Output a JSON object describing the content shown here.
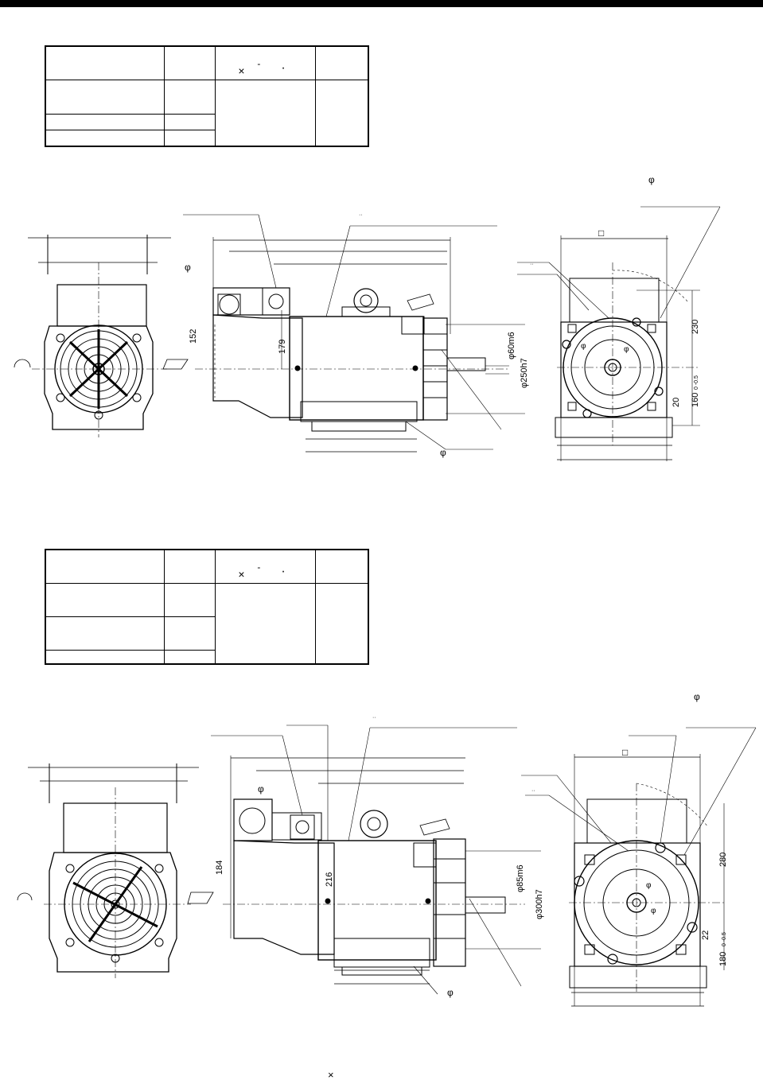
{
  "header": {
    "rule_color": "#000000"
  },
  "drawing1": {
    "left_symbols": {
      "phi": "φ"
    },
    "marks": {
      "phi_top_right": "φ",
      "square": "□",
      "times_below": "×",
      "tick_a": "··",
      "tick_b": "··"
    },
    "dims": {
      "d152": "152",
      "d179": "179",
      "shaft": "φ60m6",
      "spigot": "φ250h7",
      "d230": "230",
      "d20": "20",
      "d160": "160",
      "d160_tol": "0 -0.5",
      "phi_bottom": "φ",
      "phi_face_a": "φ",
      "phi_face_b": "φ"
    }
  },
  "drawing2": {
    "marks": {
      "phi_top_right": "φ",
      "square": "□",
      "times_below": "×",
      "tick_a": "··",
      "tick_b": "··"
    },
    "dims": {
      "d184": "184",
      "d216": "216",
      "shaft": "φ85m6",
      "spigot": "φ300h7",
      "d280": "280",
      "d22": "22",
      "d180": "180",
      "d180_tol": "0 -0.5",
      "phi_bottom": "φ",
      "phi_left": "φ",
      "phi_face_a": "φ",
      "phi_face_b": "φ"
    }
  },
  "table1": {
    "header_symbol": "×",
    "header_dash": "-",
    "header_dot": "·"
  },
  "table2": {
    "header_symbol": "×",
    "header_dash": "-",
    "header_dot": "·"
  }
}
